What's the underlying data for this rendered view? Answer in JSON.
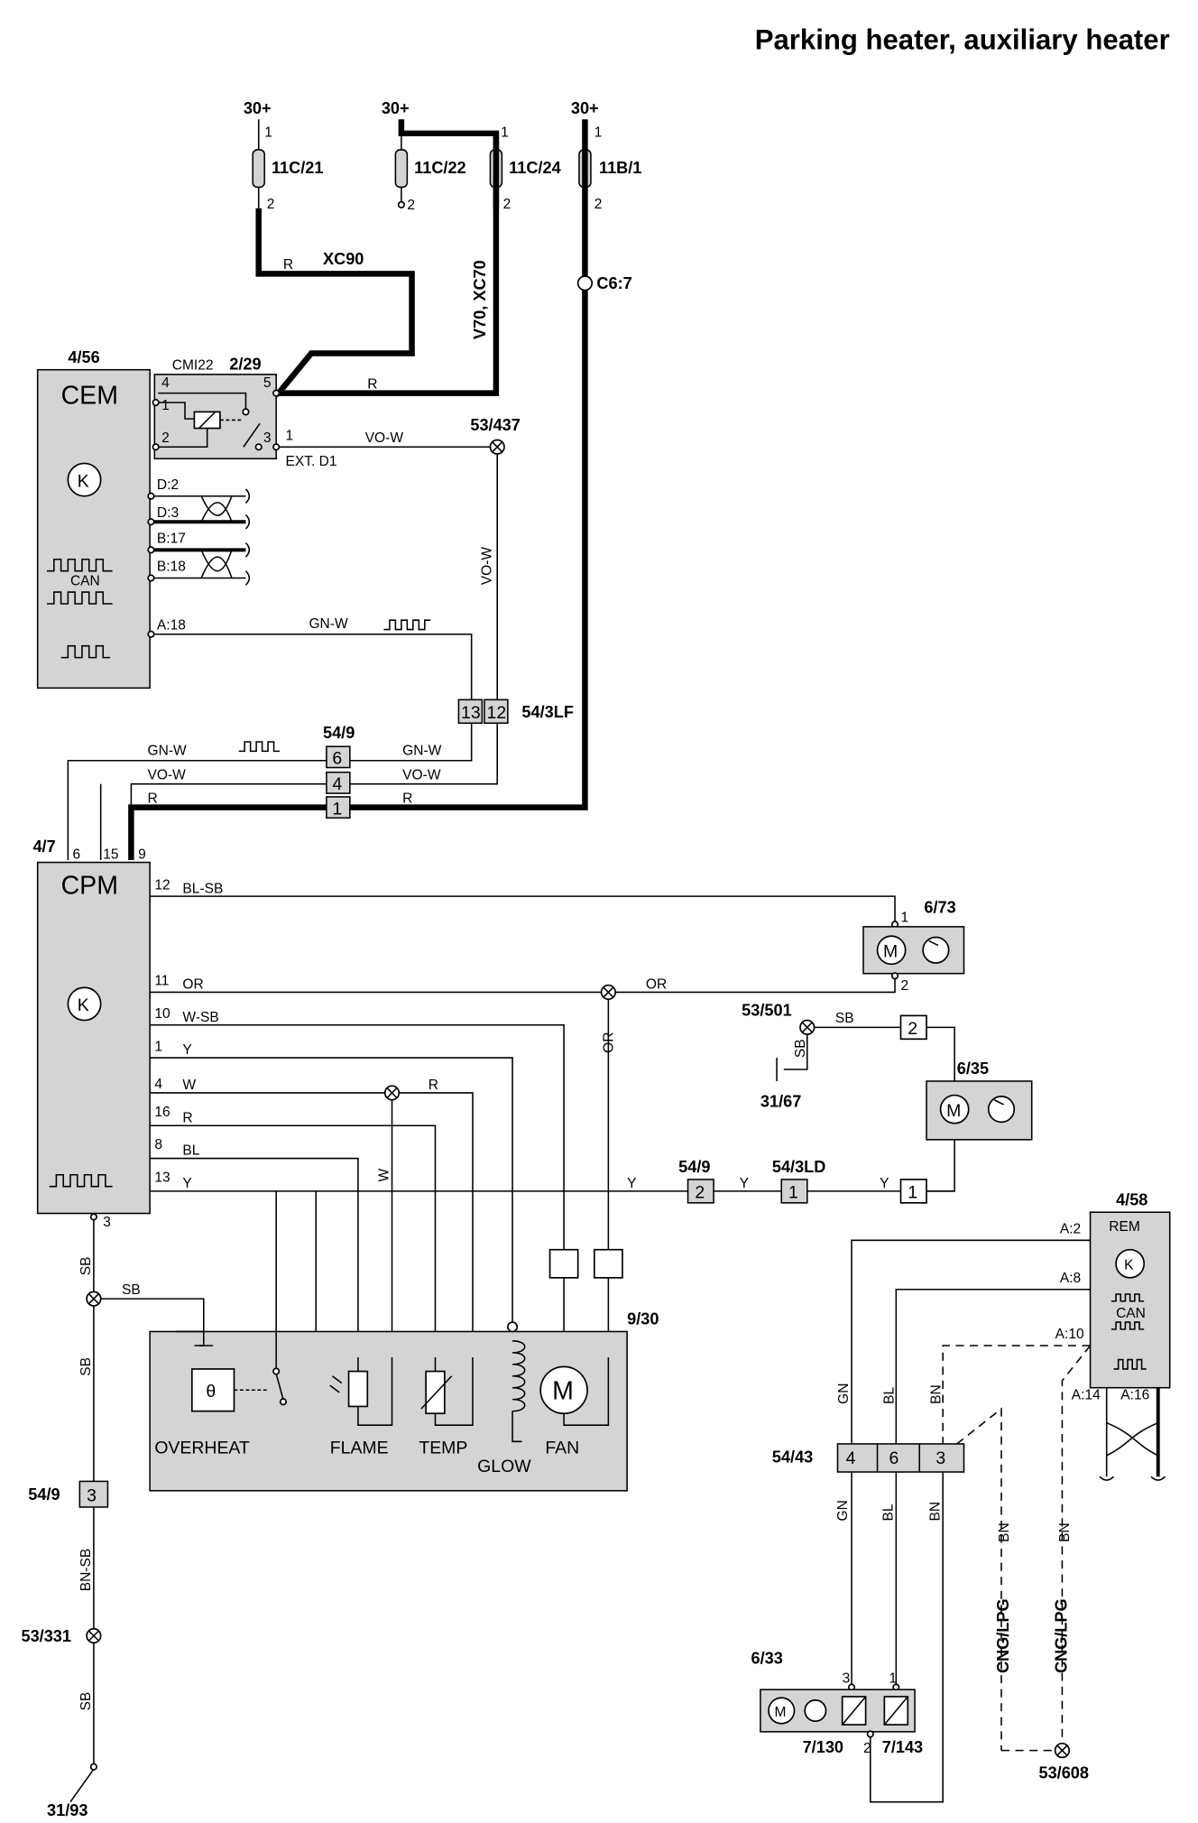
{
  "title": "Parking heater, auxiliary heater",
  "fuses": [
    {
      "supply": "30+",
      "id": "11C/21",
      "pin_top": "1",
      "pin_bottom": "2"
    },
    {
      "supply": "30+",
      "id": "11C/22",
      "pin_top": "1",
      "pin_bottom": "2"
    },
    {
      "id": "11C/24",
      "pin_top": "1",
      "pin_bottom": "2"
    },
    {
      "supply": "30+",
      "id": "11B/1",
      "pin_top": "1",
      "pin_bottom": "2"
    }
  ],
  "variant_labels": {
    "xc90": "XC90",
    "v70_xc70": "V70, XC70"
  },
  "connector_c6": "C6:7",
  "cem": {
    "ref": "4/56",
    "name": "CEM",
    "can_label": "CAN",
    "pins": [
      "D:2",
      "D:3",
      "B:17",
      "B:18",
      "A:18"
    ]
  },
  "relay": {
    "ref": "2/29",
    "name": "CMI22",
    "pins": [
      "4",
      "1",
      "2",
      "5",
      "3",
      "1"
    ],
    "ext_label": "EXT. D1"
  },
  "splices": {
    "s437": "53/437",
    "s501": "53/501",
    "s331": "53/331",
    "s608": "53/608"
  },
  "connectors": {
    "c54_9": "54/9",
    "c54_3lf": "54/3LF",
    "c54_3ld": "54/3LD",
    "c54_43": "54/43",
    "c54_3lf_pins": [
      "13",
      "12"
    ],
    "c54_9_pins": [
      "6",
      "4",
      "1"
    ],
    "c54_9_y_pin": "2",
    "c54_3ld_pin": "1",
    "box_y_pin": "1",
    "box_sb_pin": "2",
    "c54_9_bottom_pin": "3",
    "c54_43_pins": [
      "4",
      "6",
      "3"
    ]
  },
  "cpm": {
    "ref": "4/7",
    "name": "CPM",
    "top_pins": [
      "6",
      "15",
      "9"
    ],
    "pins": [
      "12",
      "11",
      "10",
      "1",
      "4",
      "16",
      "8",
      "13"
    ],
    "bottom_pin": "3"
  },
  "wires": {
    "r": "R",
    "vo_w": "VO-W",
    "gn_w": "GN-W",
    "bl_sb": "BL-SB",
    "or": "OR",
    "w_sb": "W-SB",
    "y": "Y",
    "w": "W",
    "bl": "BL",
    "sb": "SB",
    "bn_sb": "BN-SB",
    "gn": "GN",
    "bn": "BN"
  },
  "heater": {
    "ref": "9/30",
    "labels": [
      "OVERHEAT",
      "FLAME",
      "TEMP",
      "GLOW",
      "FAN"
    ]
  },
  "pump_6_73": {
    "ref": "6/73",
    "pins": [
      "1",
      "2"
    ]
  },
  "pump_6_35": {
    "ref": "6/35"
  },
  "ground_31_67": "31/67",
  "ground_31_93": "31/93",
  "rem": {
    "ref": "4/58",
    "name": "REM",
    "can_label": "CAN",
    "pins": [
      "A:2",
      "A:8",
      "A:10",
      "A:14",
      "A:16"
    ]
  },
  "fuel_labels": [
    "CNG/LPG",
    "CNG/LPG"
  ],
  "unit_6_33": {
    "ref": "6/33",
    "pins": [
      "3",
      "1",
      "2"
    ],
    "sub_refs": [
      "7/130",
      "7/143"
    ]
  },
  "colors": {
    "ink": "#000000",
    "fill": "#d4d4d4",
    "background": "#ffffff"
  }
}
